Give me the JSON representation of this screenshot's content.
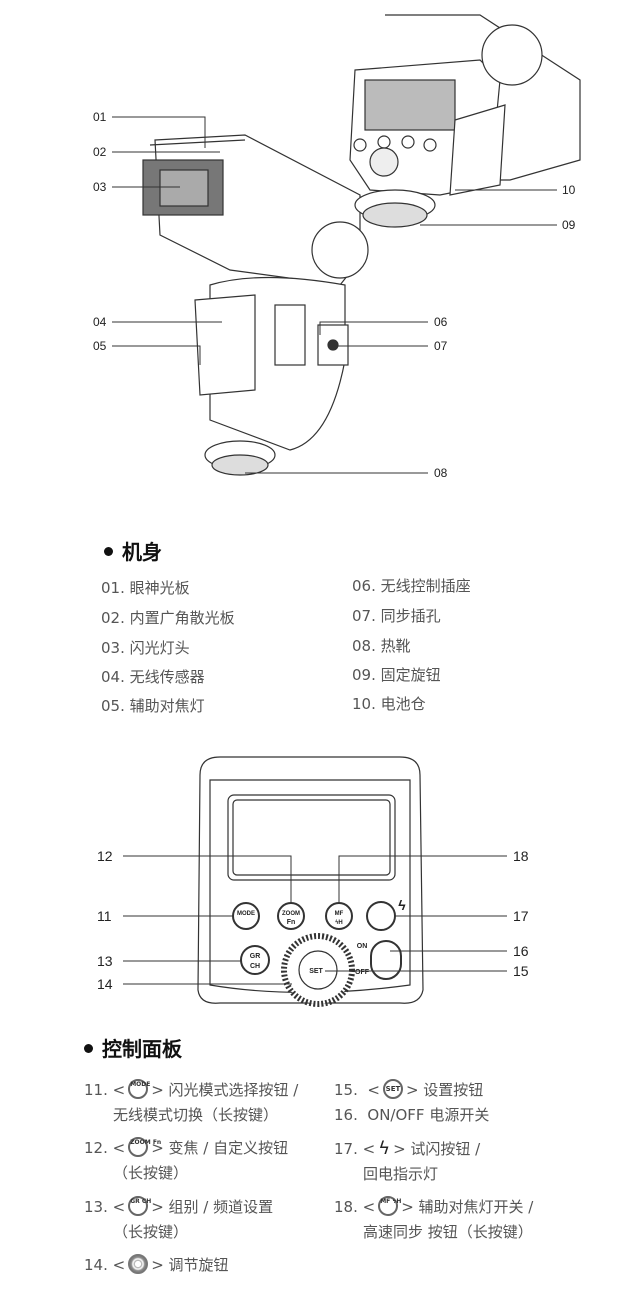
{
  "body_diagram": {
    "callouts": [
      "01",
      "02",
      "03",
      "04",
      "05",
      "06",
      "07",
      "08",
      "09",
      "10"
    ]
  },
  "body_section": {
    "title": "机身",
    "items": [
      "01. 眼神光板",
      "02. 内置广角散光板",
      "03. 闪光灯头",
      "04. 无线传感器",
      "05. 辅助对焦灯",
      "06. 无线控制插座",
      "07. 同步插孔",
      "08. 热靴",
      "09. 固定旋钮",
      "10. 电池仓"
    ]
  },
  "panel_diagram": {
    "callouts": [
      "11",
      "12",
      "13",
      "14",
      "15",
      "16",
      "17",
      "18"
    ],
    "buttons": {
      "mode": "MODE",
      "zoom": "ZOOM",
      "fn": "Fn",
      "mf": "MF",
      "sh": "ϟH",
      "gr": "GR",
      "ch": "CH",
      "set": "SET",
      "on": "ON",
      "off": "OFF"
    }
  },
  "panel_section": {
    "title": "控制面板",
    "items": [
      {
        "num": "11.",
        "icon": "mode-button-icon",
        "icon_text": "MODE",
        "l1": "> 闪光模式选择按钮 /",
        "l2": "无线模式切换（长按键）"
      },
      {
        "num": "12.",
        "icon": "zoom-fn-button-icon",
        "icon_text": "ZOOM Fn",
        "l1": "> 变焦 / 自定义按钮",
        "l2": "（长按键）"
      },
      {
        "num": "13.",
        "icon": "gr-ch-button-icon",
        "icon_text": "GR CH",
        "l1": "> 组别 / 频道设置",
        "l2": "（长按键）"
      },
      {
        "num": "14.",
        "icon": "dial-icon",
        "l1": "> 调节旋钮"
      },
      {
        "num": "15.",
        "icon": "set-button-icon",
        "icon_text": "SET",
        "l1": "> 设置按钮"
      },
      {
        "num": "16.",
        "l1": "ON/OFF 电源开关"
      },
      {
        "num": "17.",
        "icon": "flash-bolt-icon",
        "icon_text": "ϟ",
        "l1": "> 试闪按钮 /",
        "l2": "回电指示灯"
      },
      {
        "num": "18.",
        "icon": "mf-sh-button-icon",
        "icon_text": "MF ϟH",
        "l1": "> 辅助对焦灯开关 /",
        "l2": "高速同步 按钮（长按键）"
      }
    ]
  }
}
